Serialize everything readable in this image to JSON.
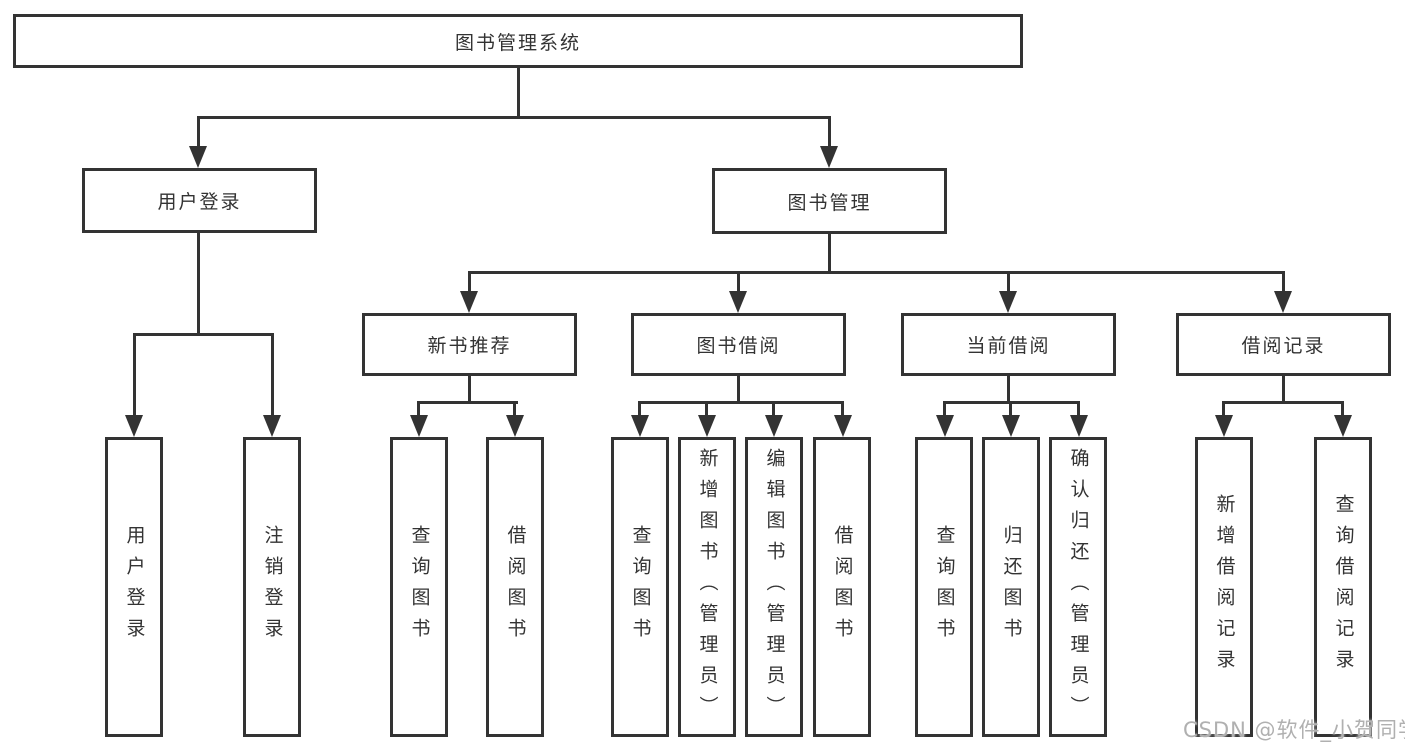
{
  "diagram": {
    "title": "图书管理系统",
    "branches": {
      "user_login": {
        "label": "用户登录",
        "children": {
          "login": "用户登录",
          "logout": "注销登录"
        }
      },
      "book_management": {
        "label": "图书管理",
        "children": {
          "new_book_recommendation": {
            "label": "新书推荐",
            "children": {
              "query_books": "查询图书",
              "borrow_books": "借阅图书"
            }
          },
          "book_borrowing": {
            "label": "图书借阅",
            "children": {
              "query_books": "查询图书",
              "add_books_admin": "新增图书（管理员）",
              "edit_books_admin": "编辑图书（管理员）",
              "borrow_books": "借阅图书"
            }
          },
          "current_borrowing": {
            "label": "当前借阅",
            "children": {
              "query_books": "查询图书",
              "return_books": "归还图书",
              "confirm_return_admin": "确认归还（管理员）"
            }
          },
          "borrowing_records": {
            "label": "借阅记录",
            "children": {
              "add_record": "新增借阅记录",
              "query_record": "查询借阅记录"
            }
          }
        }
      }
    }
  },
  "watermark": "CSDN @软件_小贺同学",
  "colors": {
    "line": "#333333",
    "box_border": "#333333",
    "box_fill": "#ffffff",
    "text": "#333333",
    "watermark": "#b0b0b0",
    "background": "#ffffff"
  }
}
